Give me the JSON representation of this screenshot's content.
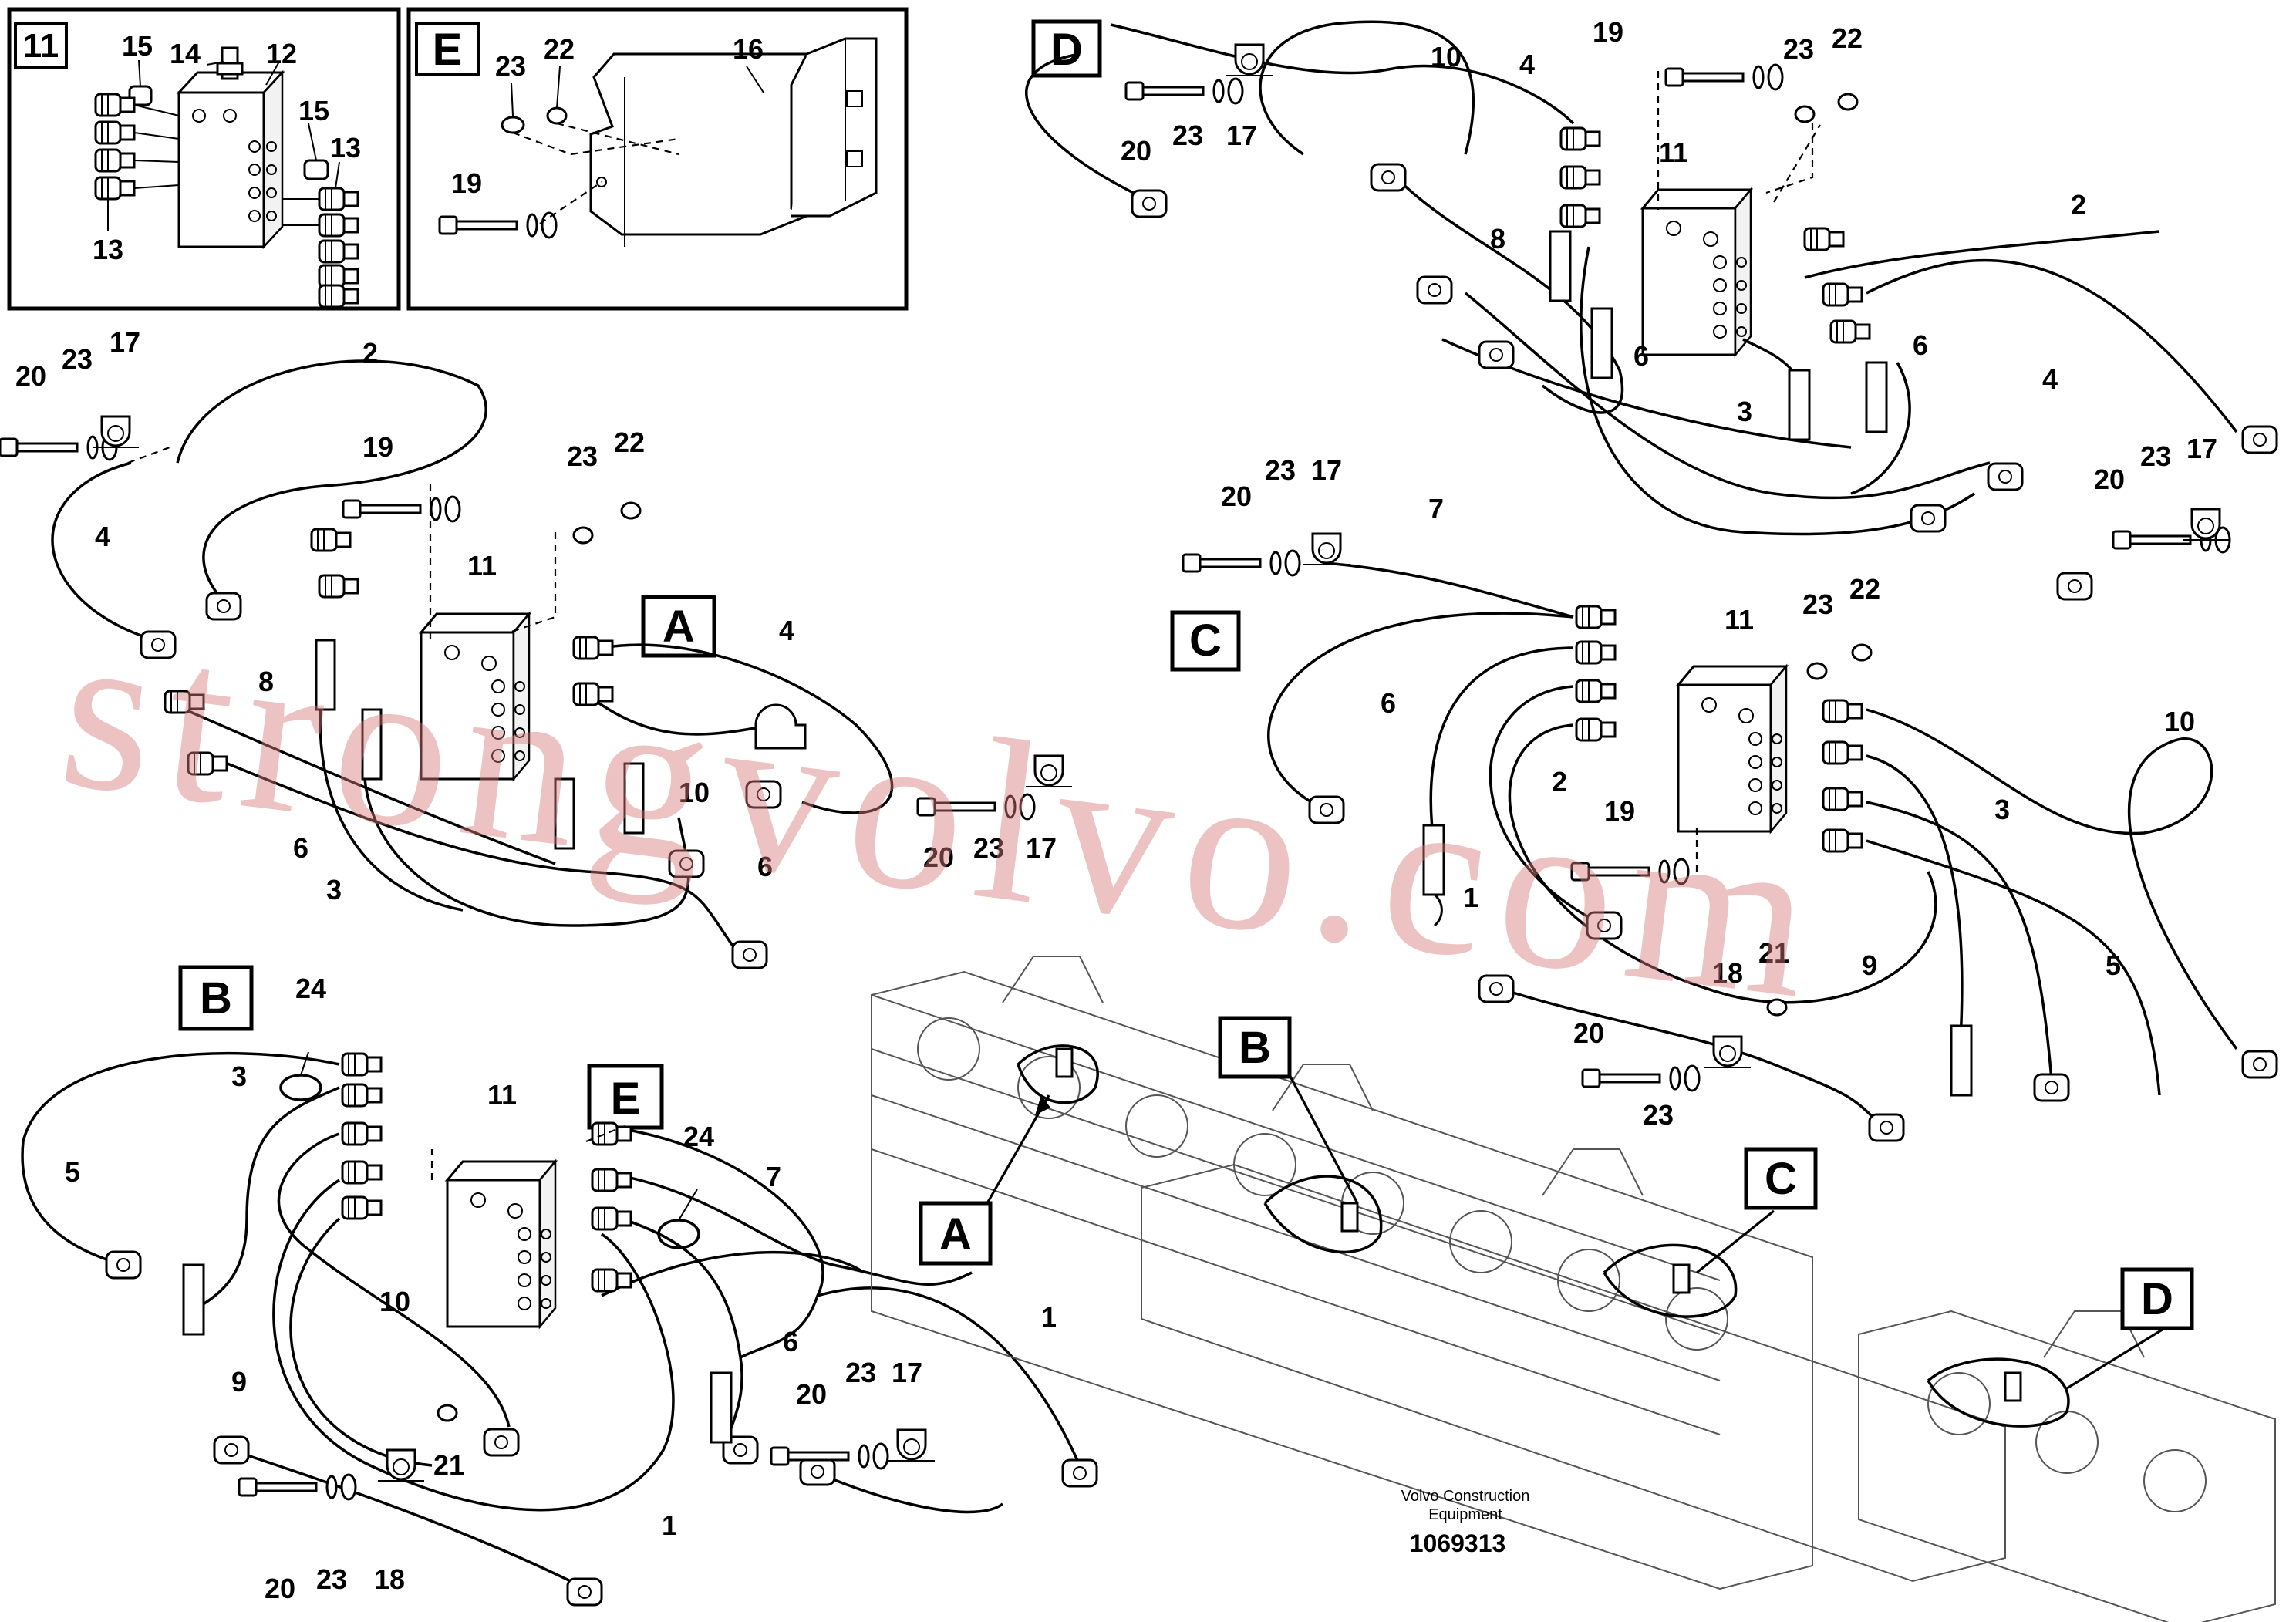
{
  "panels": {
    "inset_11": "11",
    "inset_E": "E",
    "view_A": "A",
    "view_B": "B",
    "view_C": "C",
    "view_D": "D",
    "callout_E": "E",
    "overview_A": "A",
    "overview_B": "B",
    "overview_C": "C",
    "overview_D": "D"
  },
  "labels": {
    "i11": [
      "15",
      "14",
      "12",
      "15",
      "13",
      "13"
    ],
    "iE": [
      "23",
      "22",
      "16",
      "19"
    ],
    "vA": [
      "20",
      "23",
      "17",
      "2",
      "19",
      "23",
      "22",
      "4",
      "11",
      "4",
      "8",
      "10",
      "6",
      "20",
      "23",
      "17",
      "6",
      "3"
    ],
    "vB": [
      "24",
      "3",
      "5",
      "11",
      "24",
      "7",
      "6",
      "1",
      "10",
      "9",
      "20",
      "23",
      "17",
      "21",
      "1",
      "20",
      "23",
      "18"
    ],
    "vC": [
      "20",
      "23",
      "17",
      "7",
      "11",
      "23",
      "22",
      "6",
      "2",
      "19",
      "3",
      "10",
      "1",
      "9",
      "5",
      "18",
      "21",
      "20",
      "23"
    ],
    "vD": [
      "10",
      "4",
      "19",
      "23",
      "22",
      "20",
      "23",
      "17",
      "11",
      "2",
      "8",
      "6",
      "6",
      "4",
      "3",
      "23",
      "17",
      "20"
    ]
  },
  "footer": {
    "company_line1": "Volvo Construction",
    "company_line2": "Equipment",
    "drawing_number": "1069313"
  },
  "watermark": "strongvolvo.com",
  "colors": {
    "ink": "#000000",
    "watermark": "#d77878",
    "paper": "#ffffff"
  }
}
